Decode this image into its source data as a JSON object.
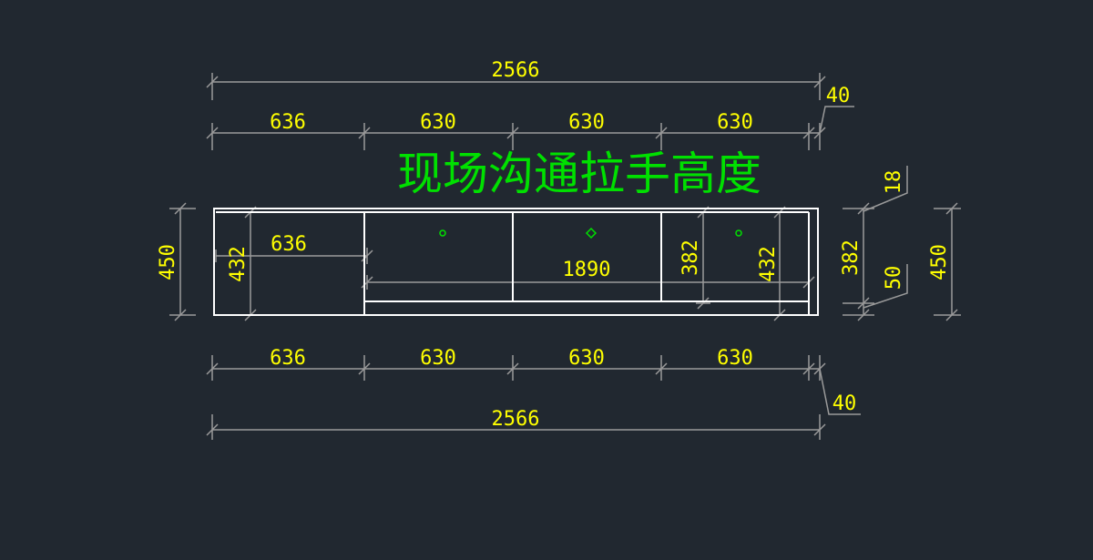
{
  "colors": {
    "background": "#212830",
    "outline": "#ffffff",
    "dimension_line": "#9a9a9a",
    "dimension_text": "#ffff00",
    "note_text": "#00e000",
    "handle_marker": "#00e000"
  },
  "note": "现场沟通拉手高度",
  "top_dims": {
    "overall": "2566",
    "segments": [
      "636",
      "630",
      "630",
      "630"
    ],
    "end": "40"
  },
  "bottom_dims": {
    "overall": "2566",
    "segments": [
      "636",
      "630",
      "630",
      "630"
    ],
    "end": "40"
  },
  "inner": {
    "left_width": "636",
    "center_width": "1890",
    "left_height": "432",
    "right_height_a": "382",
    "right_height_b": "432"
  },
  "side_dims": {
    "left_height": "450",
    "right_inner": "382",
    "right_top_offset": "18",
    "right_bottom_offset": "50",
    "right_height": "450"
  },
  "handle_markers": 3
}
